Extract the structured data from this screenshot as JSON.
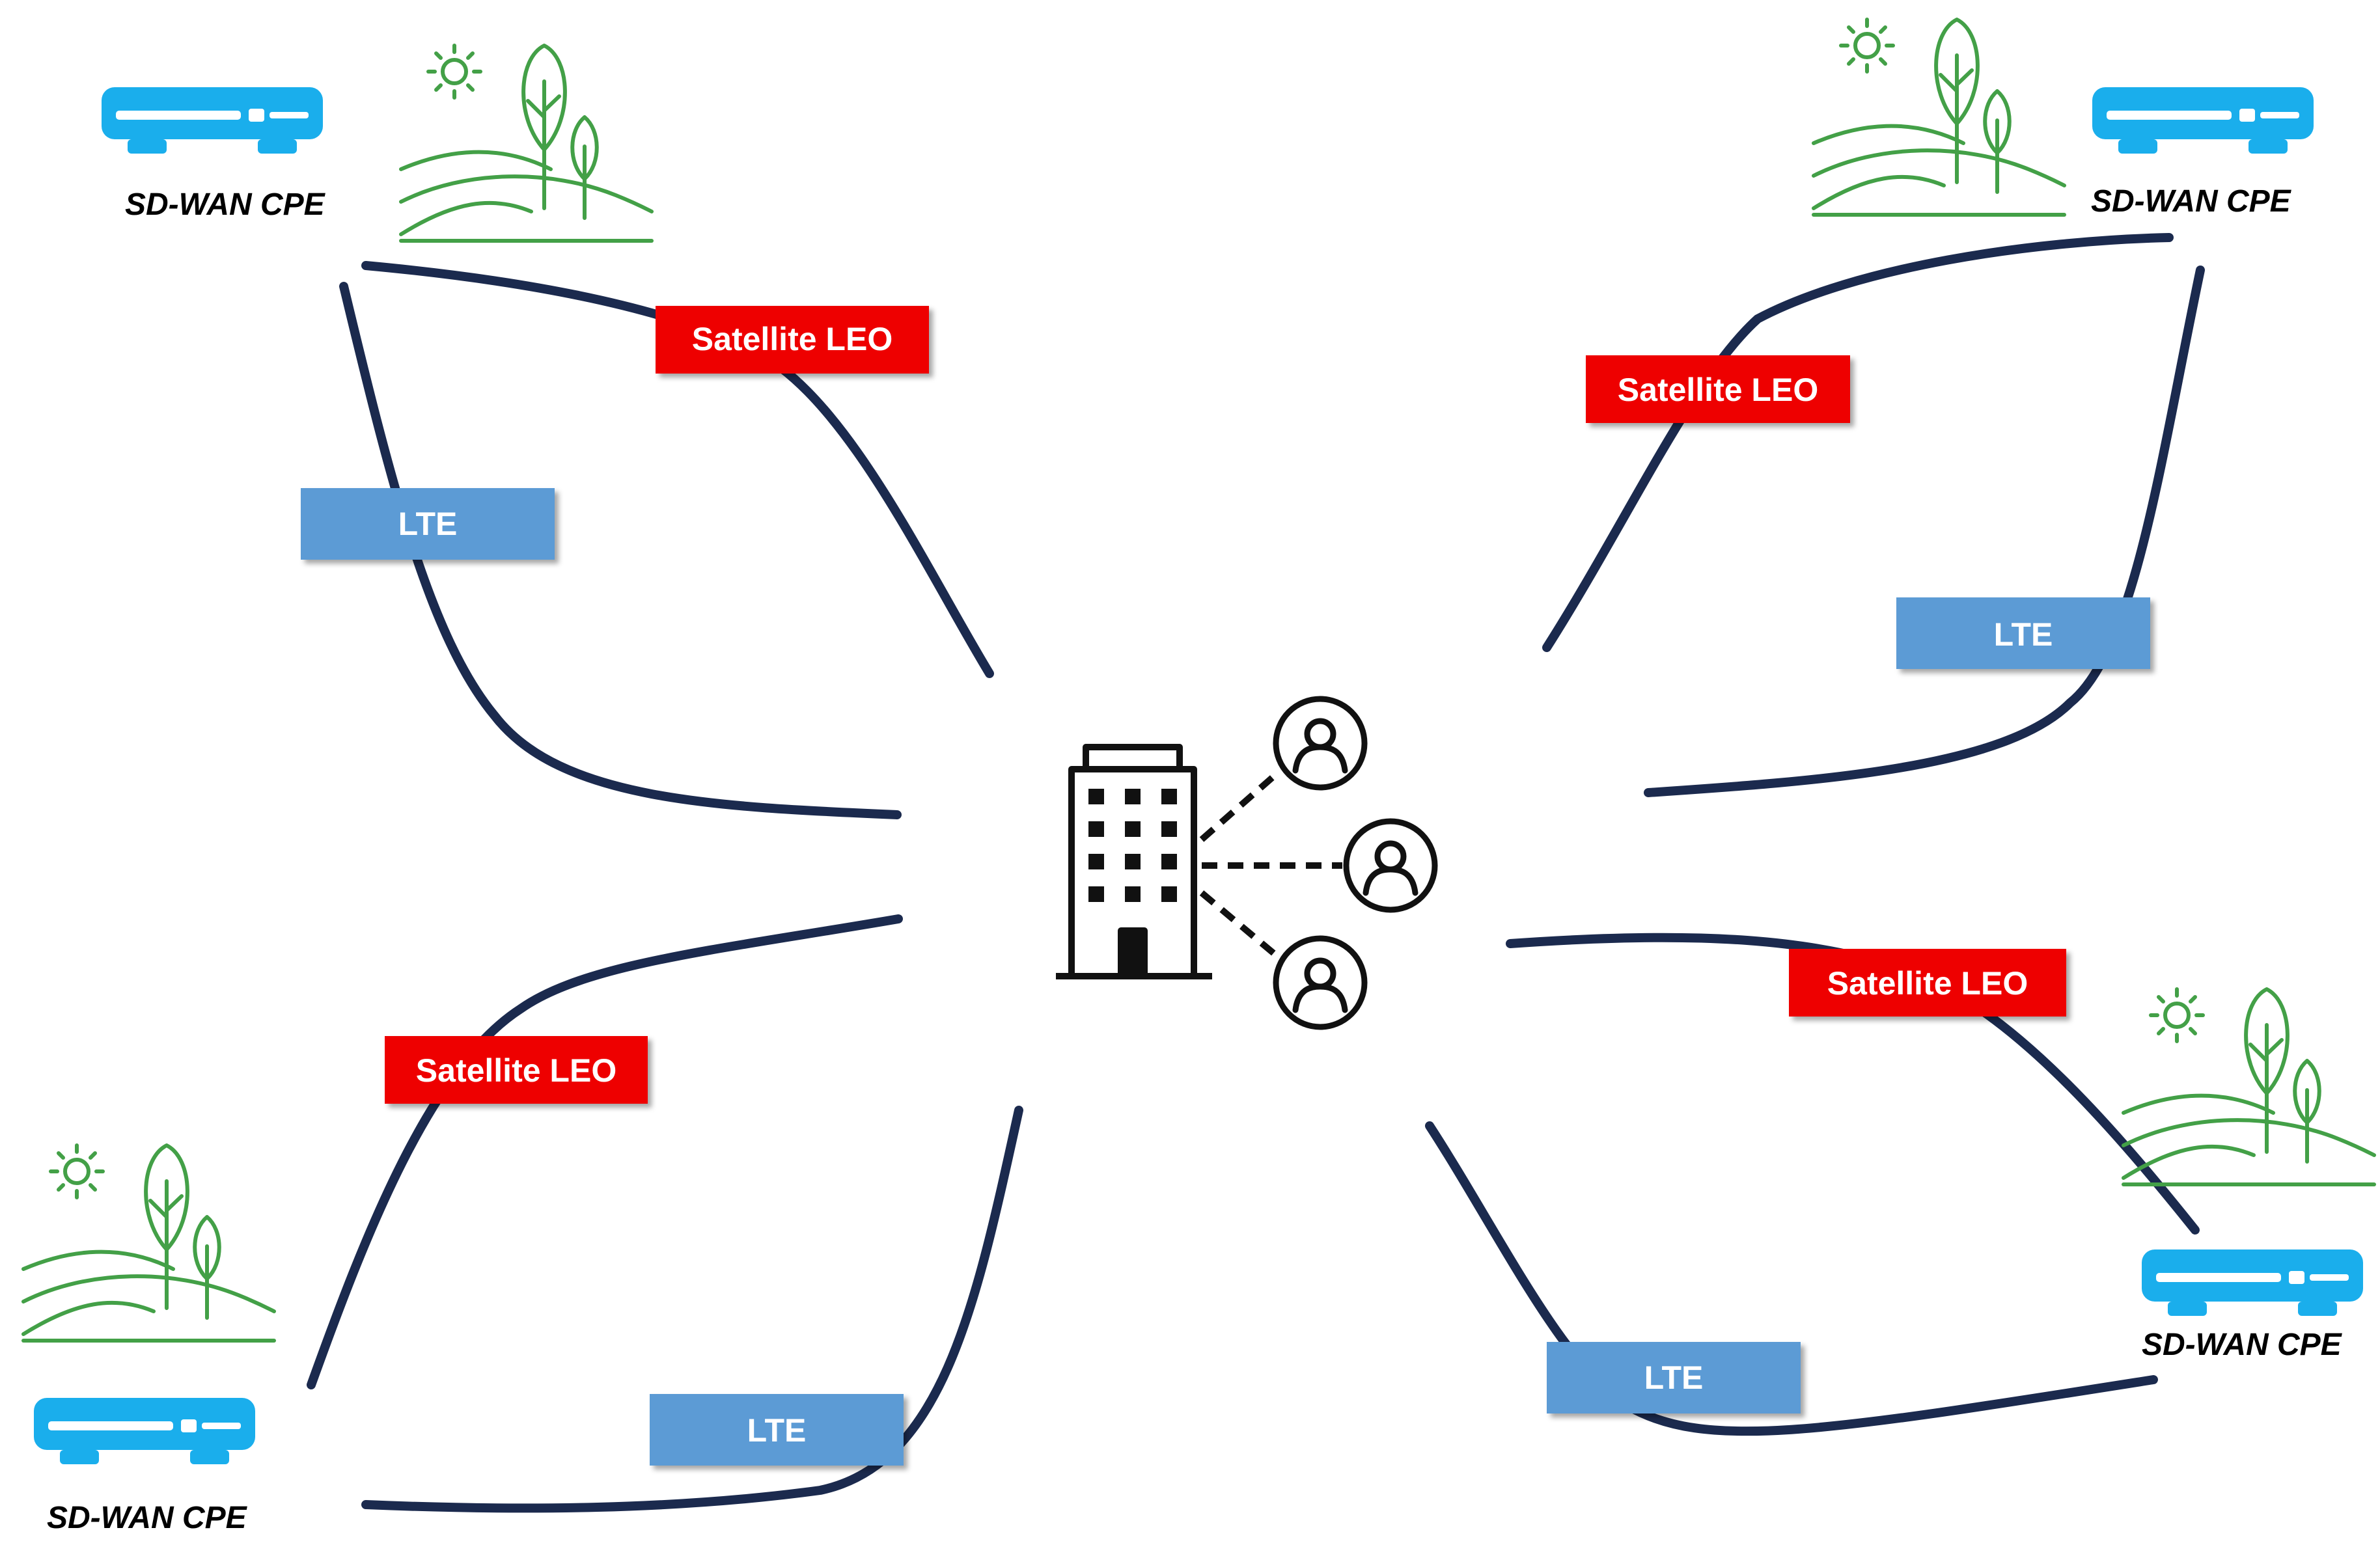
{
  "colors": {
    "link_line": "#1b2a4e",
    "satellite_box": "#ee0000",
    "lte_box": "#5b9bd5",
    "cpe_device": "#1aaeec",
    "landscape": "#43a047",
    "building": "#111111",
    "background": "#ffffff"
  },
  "icons": {
    "cpe_device": "router-box-icon",
    "landscape": "rural-landscape-icon",
    "headquarters": "office-building-icon",
    "user": "user-circle-icon"
  },
  "sites": {
    "top_left": {
      "cpe_label": "SD-WAN CPE",
      "satellite_label": "Satellite LEO",
      "lte_label": "LTE"
    },
    "top_right": {
      "cpe_label": "SD-WAN CPE",
      "satellite_label": "Satellite LEO",
      "lte_label": "LTE"
    },
    "bottom_left": {
      "cpe_label": "SD-WAN CPE",
      "satellite_label": "Satellite LEO",
      "lte_label": "LTE"
    },
    "bottom_right": {
      "cpe_label": "SD-WAN CPE",
      "satellite_label": "Satellite LEO",
      "lte_label": "LTE"
    }
  }
}
